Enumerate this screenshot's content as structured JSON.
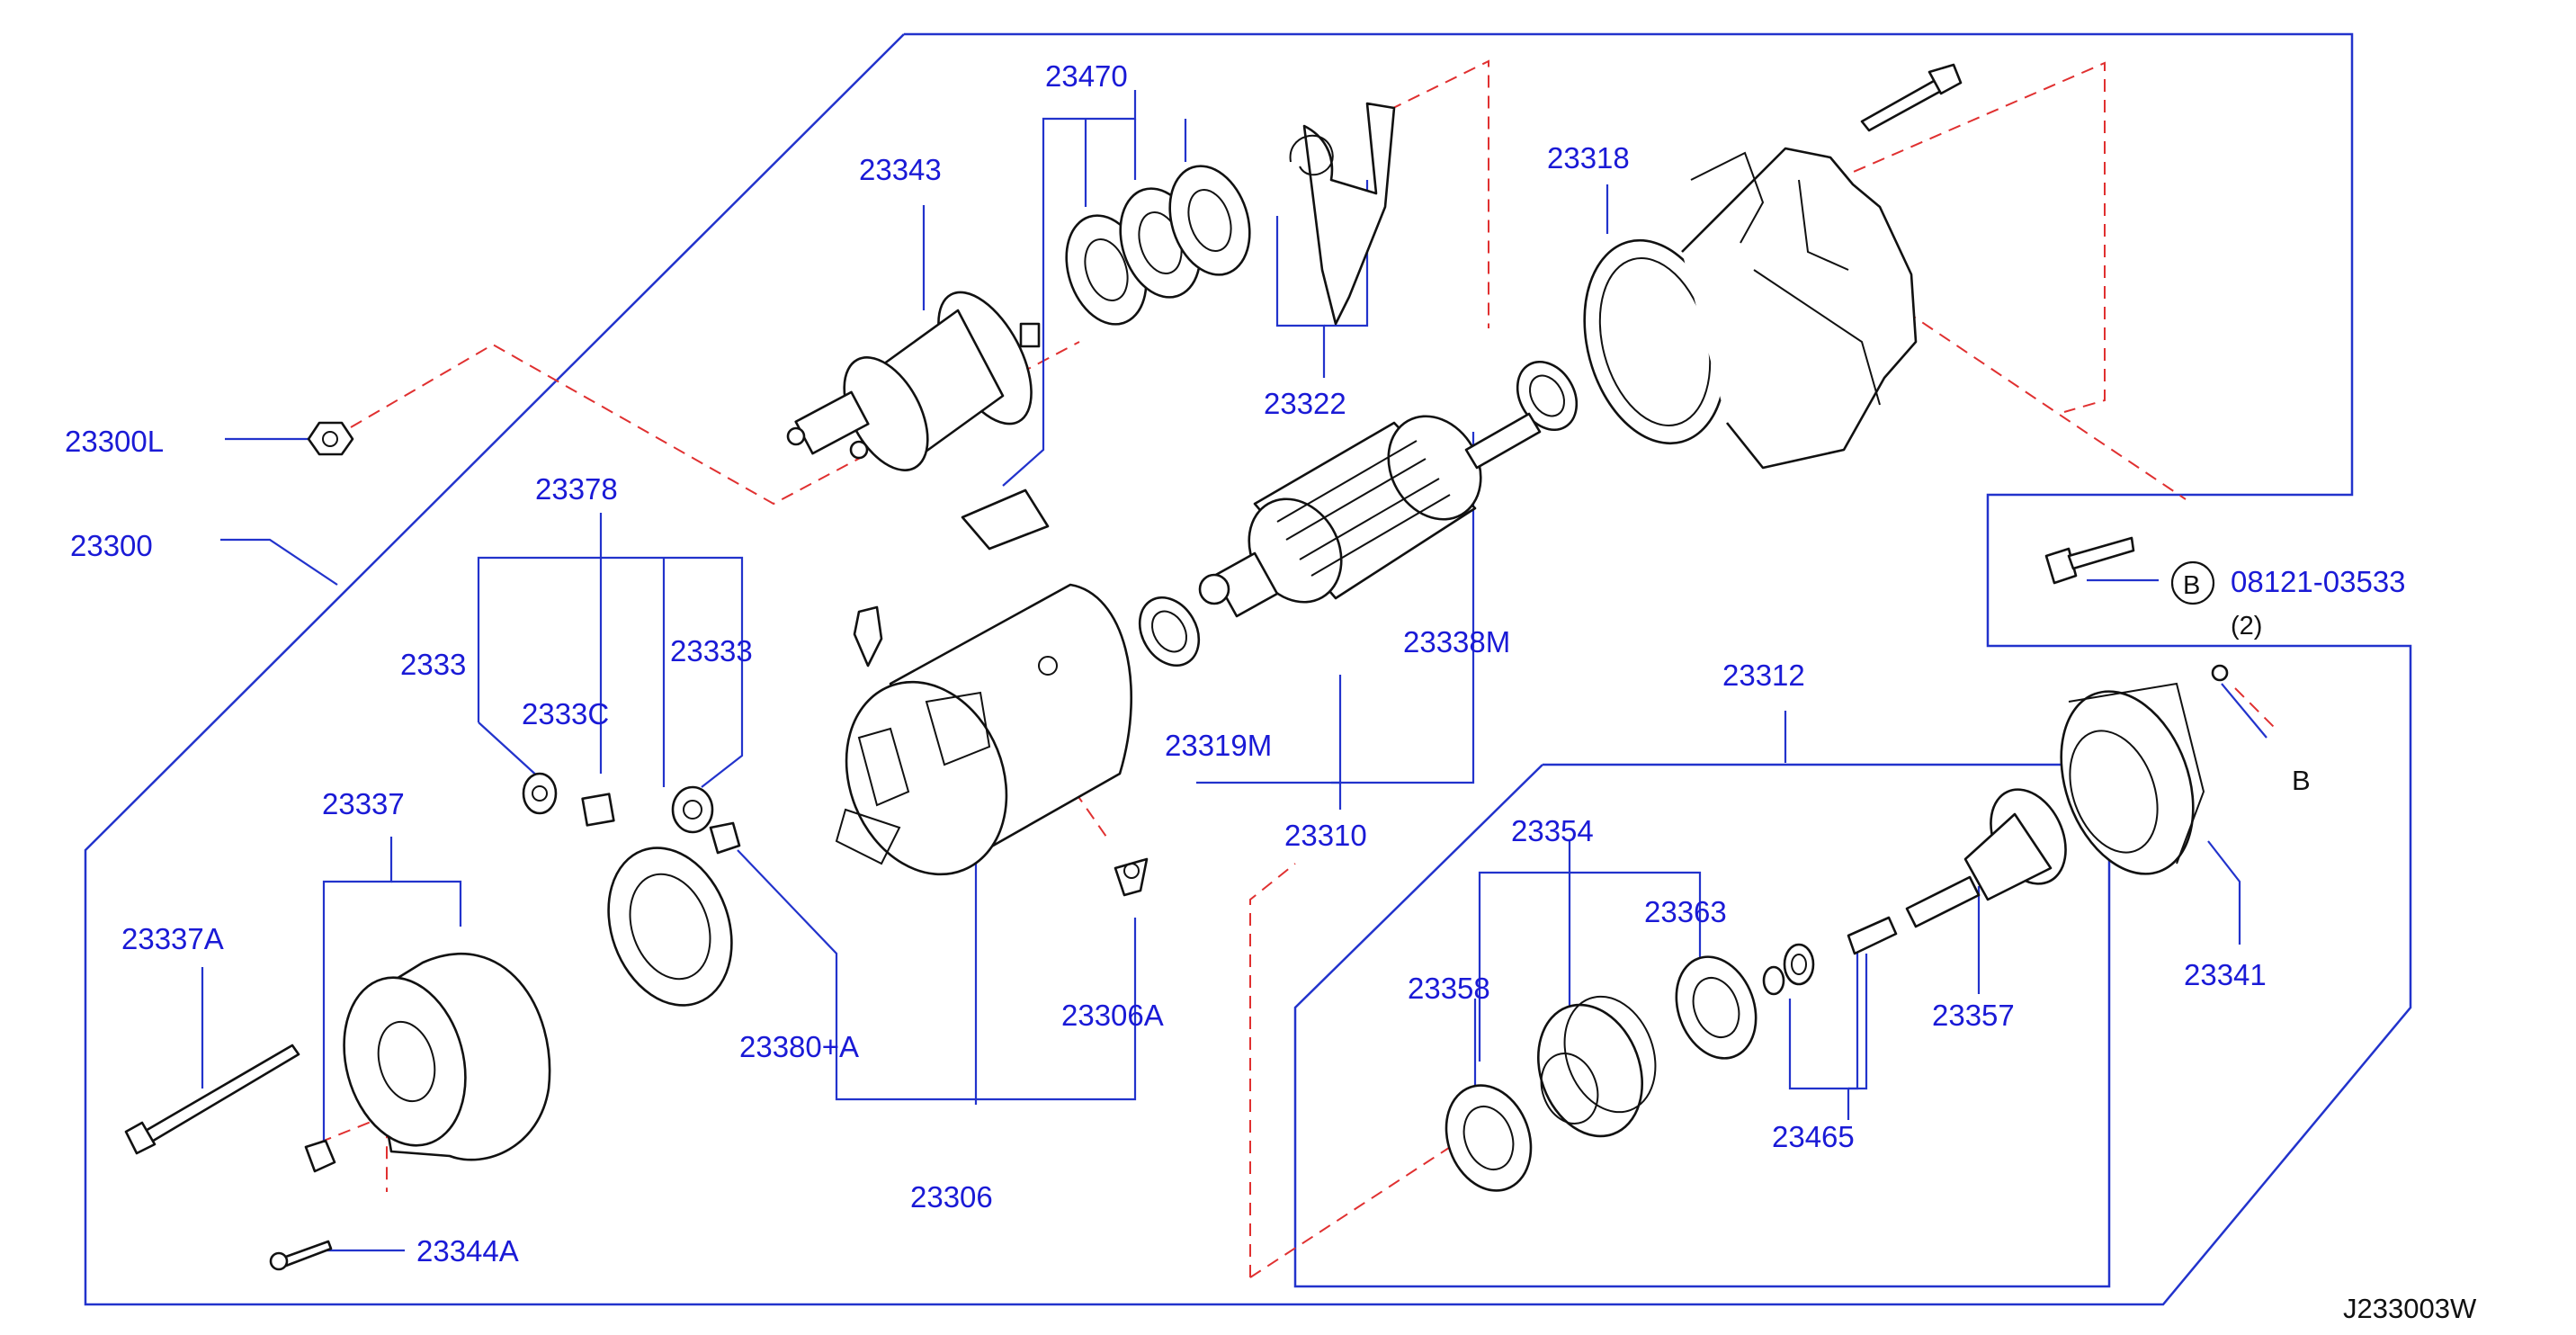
{
  "diagram_id": "J233003W",
  "colors": {
    "frame": "#2233cc",
    "label": "#1a1ad6",
    "dashed": "#e03030",
    "part": "#111111"
  },
  "labels": {
    "p23470": "23470",
    "p23343": "23343",
    "p23318": "23318",
    "p23300L": "23300L",
    "p23300": "23300",
    "p23378": "23378",
    "p23322": "23322",
    "p23338M": "23338M",
    "p23333a": "2333",
    "p23330": "2333C",
    "p23333b": "23333",
    "p23319M": "23319M",
    "p23312": "23312",
    "p23310": "23310",
    "p23337": "23337",
    "p23354": "23354",
    "p23363": "23363",
    "p23337A": "23337A",
    "p23358": "23358",
    "p23357": "23357",
    "p23341": "23341",
    "p23380A": "23380+A",
    "p23306A": "23306A",
    "p23465": "23465",
    "p23306": "23306",
    "p23344A": "23344A"
  },
  "callout_b": {
    "circle_letter": "B",
    "part_number": "08121-03533",
    "quantity": "(2)",
    "ref_letter": "B"
  }
}
